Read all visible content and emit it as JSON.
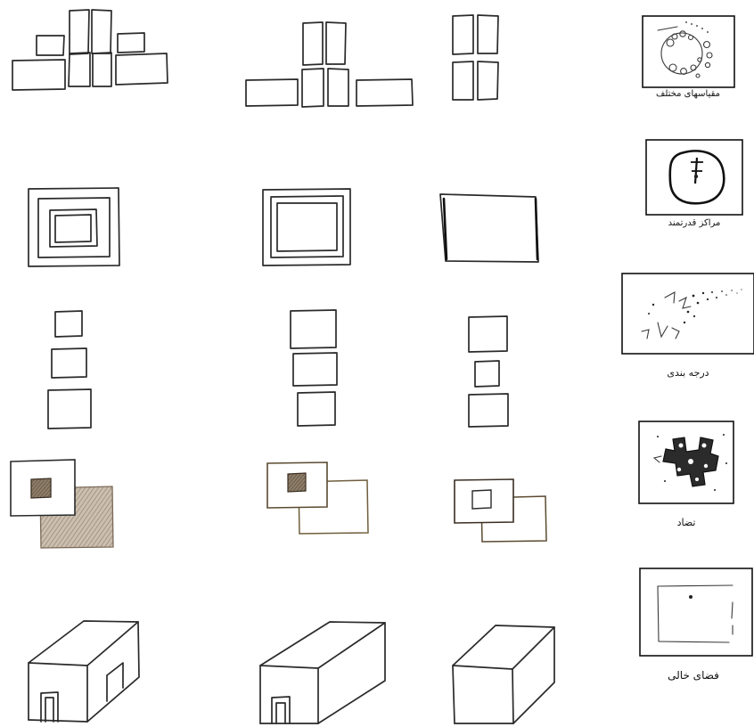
{
  "legend": [
    {
      "id": "sizes",
      "label": "مقیاسهای مختلف"
    },
    {
      "id": "focal",
      "label": "مراکز قدرتمند"
    },
    {
      "id": "gradation",
      "label": "درجه بندی"
    },
    {
      "id": "contrast",
      "label": "تضاد"
    },
    {
      "id": "void",
      "label": "فضای خالی"
    }
  ],
  "colors": {
    "ink": "#2a2a2a",
    "shade": "#b9aa98",
    "shade_dark": "#7a6a58",
    "outline_tan": "#8a7a55"
  }
}
